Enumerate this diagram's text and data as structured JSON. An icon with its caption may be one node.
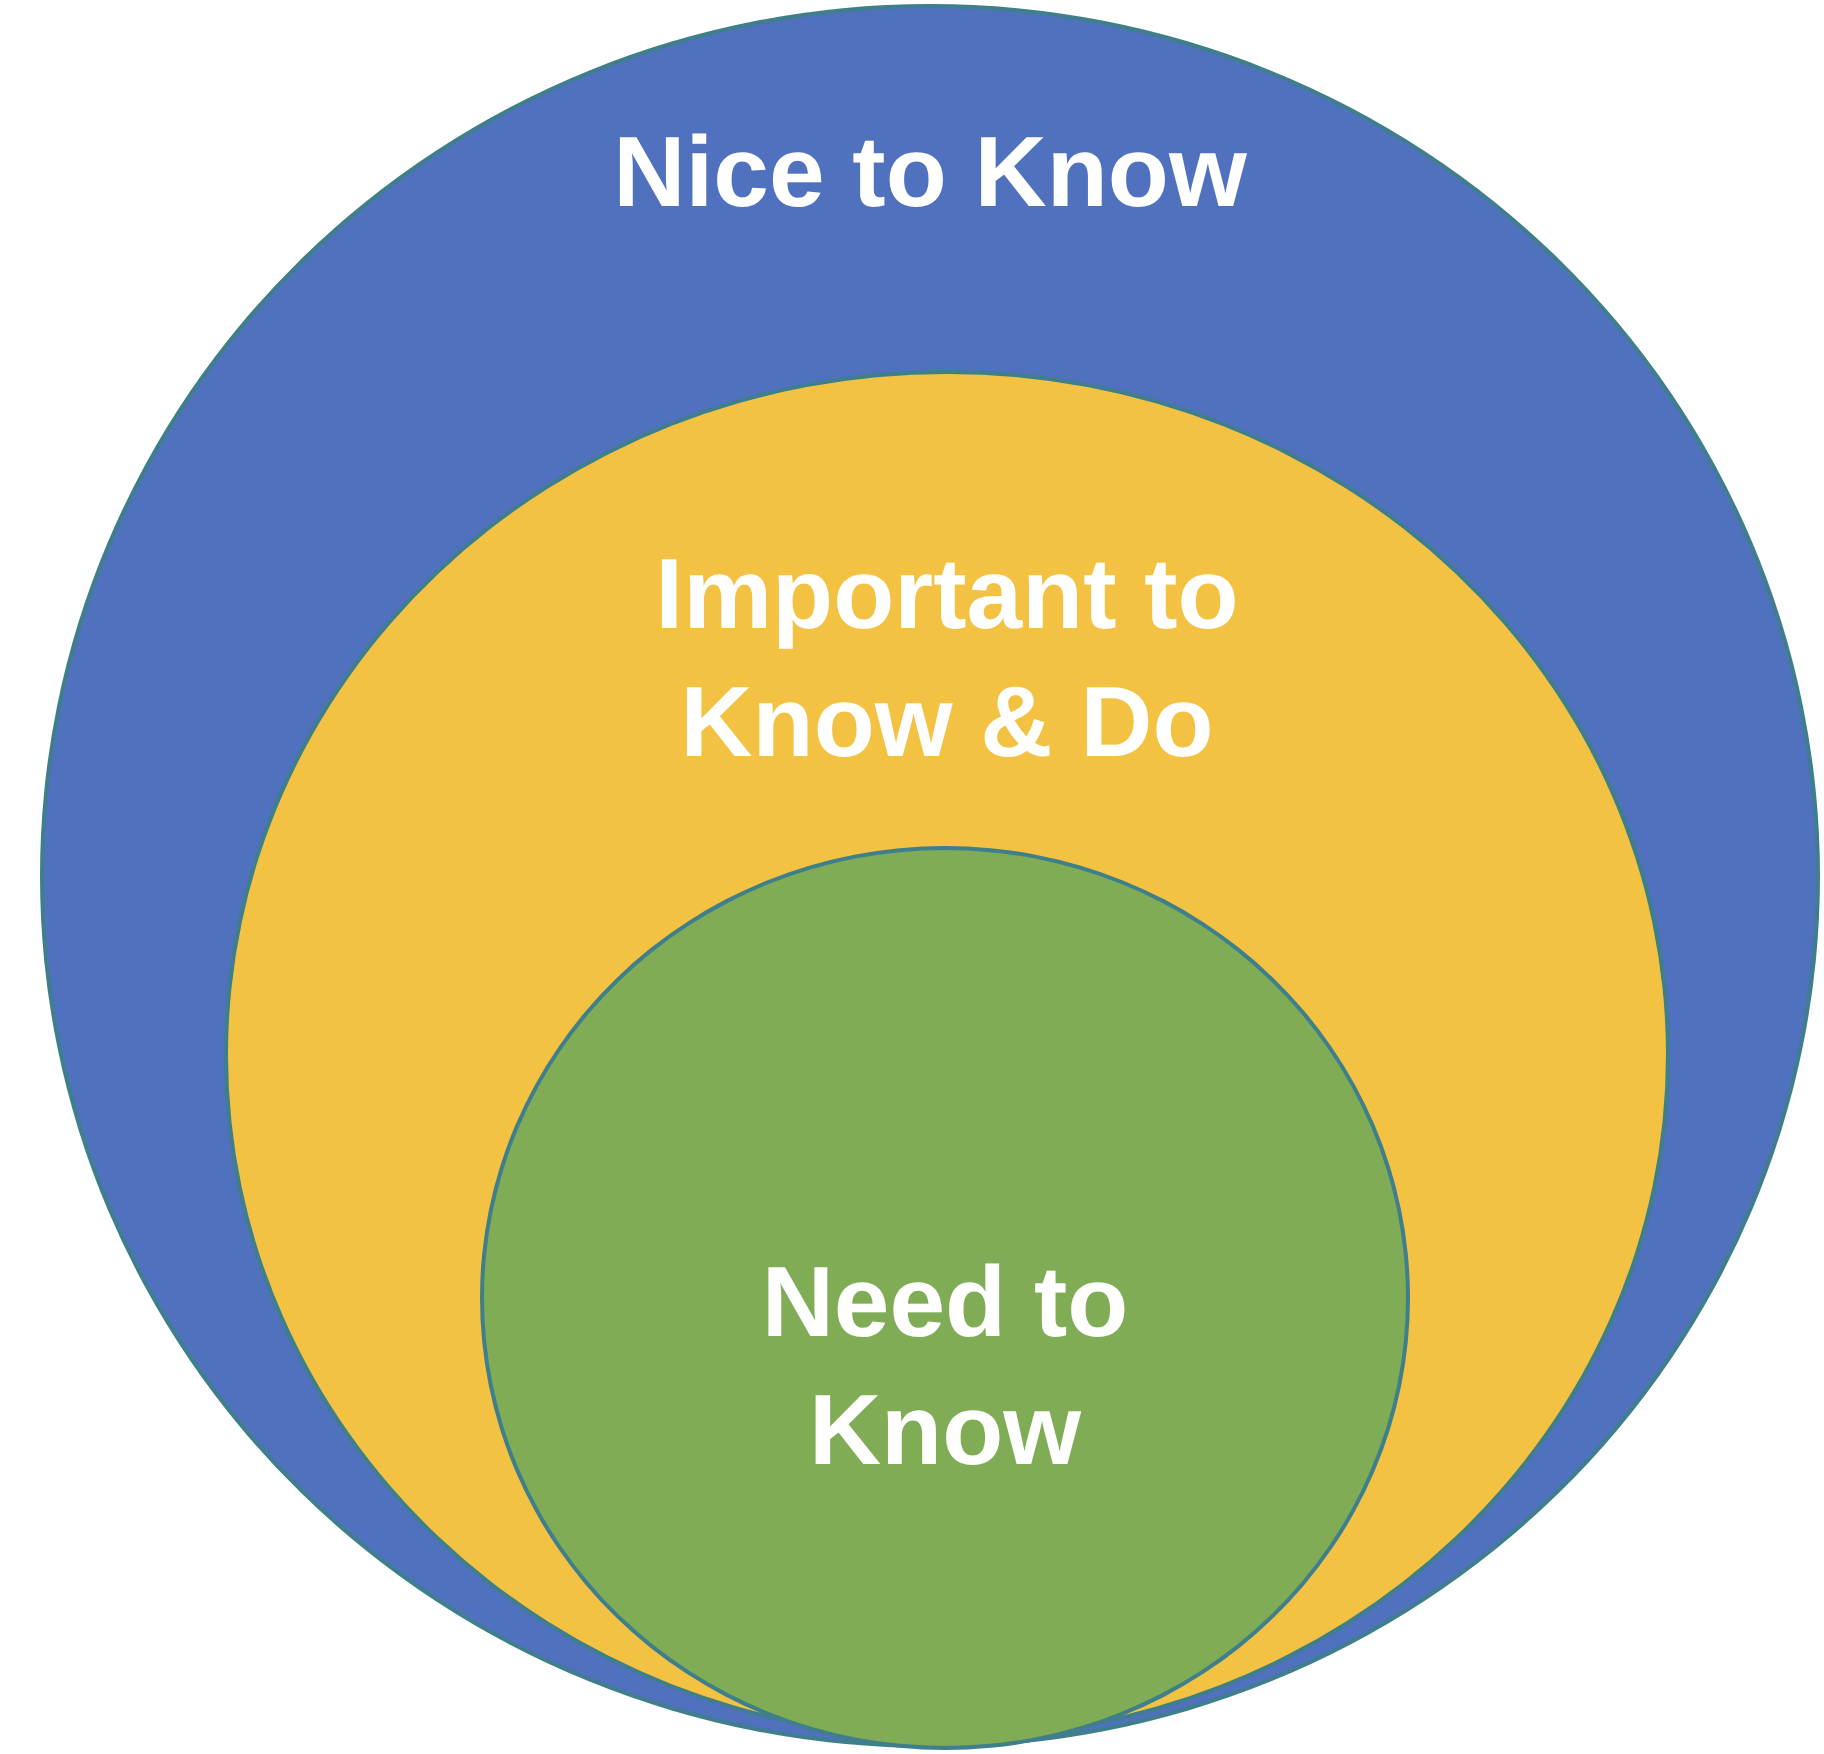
{
  "diagram": {
    "nodes": [
      {
        "text": [
          "Nice to Know"
        ]
      },
      {
        "text": [
          "Important to Know & Do"
        ],
        "in": 0
      },
      {
        "text": [
          "Need to Know"
        ],
        "in": 1
      }
    ]
  }
}
